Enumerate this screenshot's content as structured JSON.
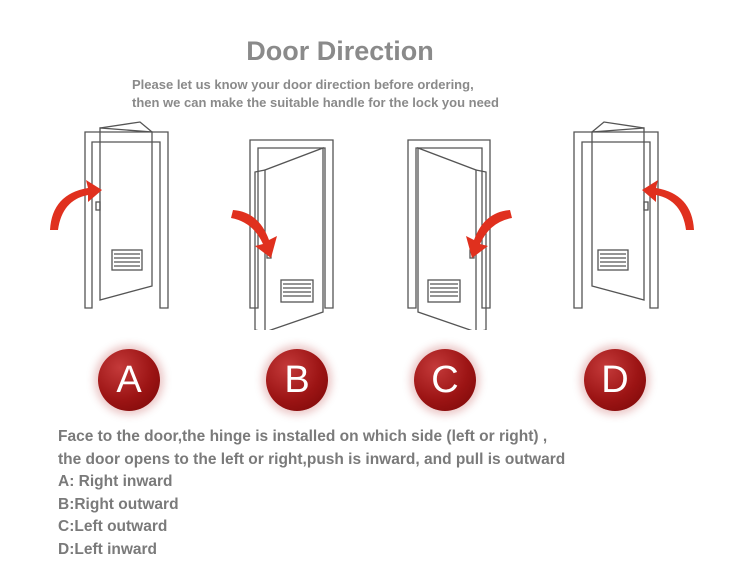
{
  "header": {
    "title": "Door Direction",
    "subtitle_line1": "Please let us know your door direction before ordering,",
    "subtitle_line2": "then we can make the suitable handle for the lock you need"
  },
  "doors": [
    {
      "label": "A",
      "direction": "Right inward"
    },
    {
      "label": "B",
      "direction": "Right outward"
    },
    {
      "label": "C",
      "direction": "Left outward"
    },
    {
      "label": "D",
      "direction": "Left inward"
    }
  ],
  "explanation": {
    "line1": "Face to the door,the hinge is installed on which side (left or right) ,",
    "line2": " the door opens to the left or right,push is inward, and pull is outward",
    "options": [
      "A: Right inward",
      "B:Right outward",
      "C:Left outward",
      "D:Left inward"
    ]
  },
  "colors": {
    "title_text": "#8a8a8a",
    "body_text": "#7a7a7a",
    "badge_red": "#9c1414",
    "arrow_red": "#e0301e",
    "door_outline": "#555555"
  },
  "icons": [
    "door-icon",
    "curved-arrow-icon"
  ]
}
